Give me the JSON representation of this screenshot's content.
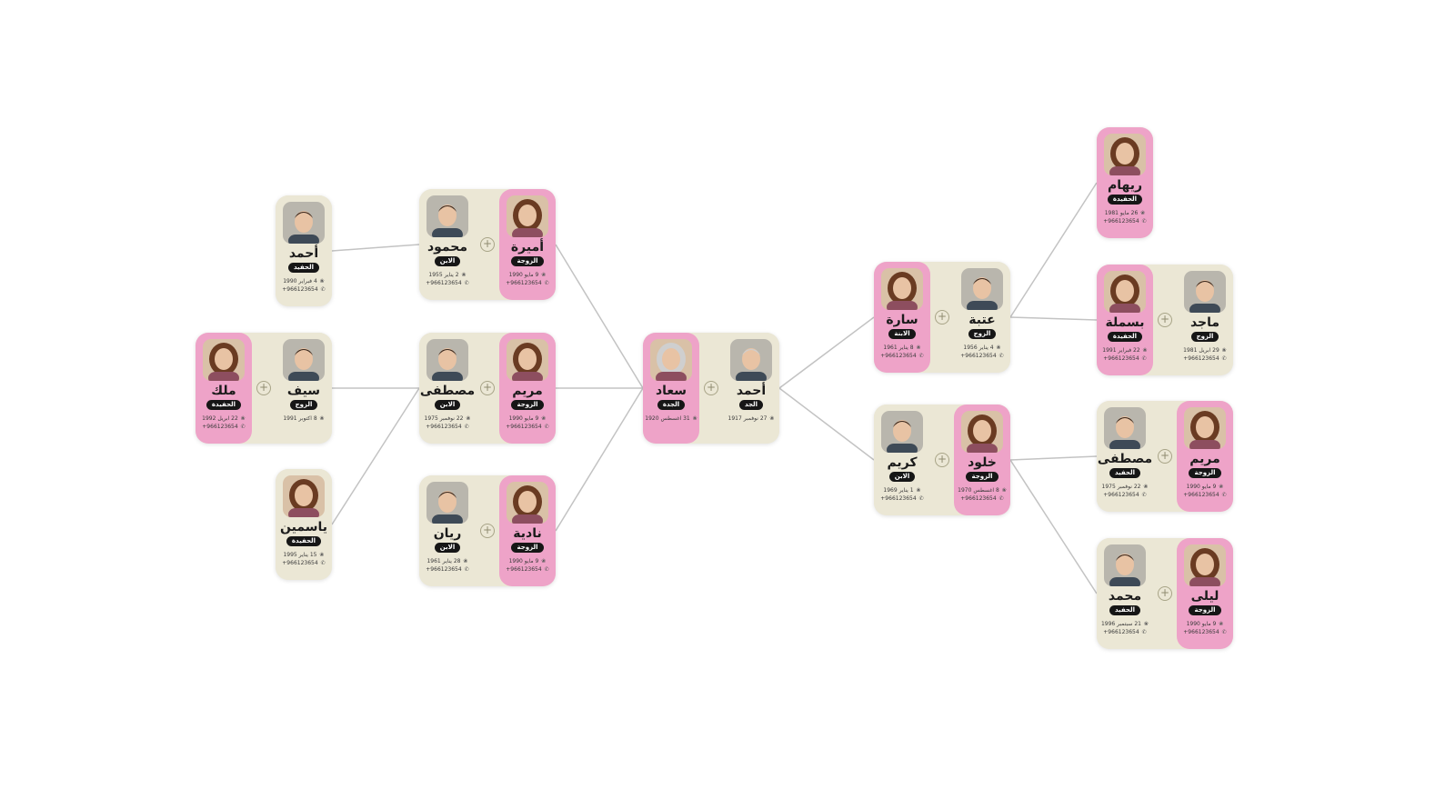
{
  "units": [
    {
      "id": "u-root",
      "members": [
        {
          "name": "أحمد",
          "role": "الجد",
          "gender": "male",
          "icon": "grandfather-photo",
          "birth": "27 نوفمبر 1917"
        },
        {
          "name": "سعاد",
          "role": "الجدة",
          "gender": "female",
          "icon": "grandmother-photo",
          "birth": "31 اغسطس 1920"
        }
      ]
    },
    {
      "id": "u-mahmoud",
      "members": [
        {
          "name": "محمود",
          "role": "الابن",
          "gender": "male",
          "icon": "son-photo",
          "birth": "2 يناير 1955",
          "phone": "+966123654"
        },
        {
          "name": "أميرة",
          "role": "الزوجة",
          "gender": "female",
          "icon": "wife-photo",
          "birth": "9 مايو 1990",
          "phone": "+966123654"
        }
      ]
    },
    {
      "id": "u-mostafa",
      "members": [
        {
          "name": "مصطفى",
          "role": "الابن",
          "gender": "male",
          "icon": "son-photo",
          "birth": "22 نوفمبر 1975",
          "phone": "+966123654"
        },
        {
          "name": "مريم",
          "role": "الزوجة",
          "gender": "female",
          "icon": "wife-photo",
          "birth": "9 مايو 1990",
          "phone": "+966123654"
        }
      ]
    },
    {
      "id": "u-rayan",
      "members": [
        {
          "name": "ريان",
          "role": "الابن",
          "gender": "male",
          "icon": "son-photo",
          "birth": "28 يناير 1961",
          "phone": "+966123654"
        },
        {
          "name": "نادية",
          "role": "الزوجة",
          "gender": "female",
          "icon": "wife-photo",
          "birth": "9 مايو 1990",
          "phone": "+966123654"
        }
      ]
    },
    {
      "id": "u-ahmad-gs",
      "members": [
        {
          "name": "أحمد",
          "role": "الحفيد",
          "gender": "male",
          "icon": "grandson-photo",
          "birth": "4 فبراير 1990",
          "phone": "+966123654"
        }
      ]
    },
    {
      "id": "u-malak",
      "members": [
        {
          "name": "سيف",
          "role": "الزوج",
          "gender": "male",
          "icon": "husband-photo",
          "birth": "8 اكتوبر 1991"
        },
        {
          "name": "ملك",
          "role": "الحفيدة",
          "gender": "female",
          "icon": "granddaughter-photo",
          "birth": "22 ابريل 1992",
          "phone": "+966123654"
        }
      ]
    },
    {
      "id": "u-yasmin",
      "members": [
        {
          "name": "ياسمين",
          "role": "الحفيدة",
          "gender": "female-single",
          "icon": "granddaughter-photo",
          "birth": "15 يناير 1995",
          "phone": "+966123654"
        }
      ]
    },
    {
      "id": "u-sara",
      "members": [
        {
          "name": "عتبة",
          "role": "الزوج",
          "gender": "male",
          "icon": "husband-photo",
          "birth": "4 يناير 1956",
          "phone": "+966123654"
        },
        {
          "name": "سارة",
          "role": "الابنة",
          "gender": "female",
          "icon": "daughter-photo",
          "birth": "8 يناير 1961",
          "phone": "+966123654"
        }
      ]
    },
    {
      "id": "u-karim",
      "members": [
        {
          "name": "كريم",
          "role": "الابن",
          "gender": "male",
          "icon": "son-photo",
          "birth": "1 يناير 1969",
          "phone": "+966123654"
        },
        {
          "name": "خلود",
          "role": "الزوجة",
          "gender": "female",
          "icon": "wife-photo",
          "birth": "8 اغسطس 1970",
          "phone": "+966123654"
        }
      ]
    },
    {
      "id": "u-reham",
      "members": [
        {
          "name": "ريهام",
          "role": "الحفيدة",
          "gender": "female",
          "icon": "granddaughter-photo",
          "birth": "26 مايو 1981",
          "phone": "+966123654"
        }
      ]
    },
    {
      "id": "u-basmala",
      "members": [
        {
          "name": "ماجد",
          "role": "الزوج",
          "gender": "male",
          "icon": "husband-photo",
          "birth": "29 ابريل 1981",
          "phone": "+966123654"
        },
        {
          "name": "بسملة",
          "role": "الحفيدة",
          "gender": "female",
          "icon": "granddaughter-photo",
          "birth": "22 فبراير 1991",
          "phone": "+966123654"
        }
      ]
    },
    {
      "id": "u-mostafa-gs",
      "members": [
        {
          "name": "مصطفى",
          "role": "الحفيد",
          "gender": "male",
          "icon": "grandson-photo",
          "birth": "22 نوفمبر 1975",
          "phone": "+966123654"
        },
        {
          "name": "مريم",
          "role": "الزوجة",
          "gender": "female",
          "icon": "wife-photo",
          "birth": "9 مايو 1990",
          "phone": "+966123654"
        }
      ]
    },
    {
      "id": "u-mohamed-gs",
      "members": [
        {
          "name": "محمد",
          "role": "الحفيد",
          "gender": "male",
          "icon": "grandson-photo",
          "birth": "21 سبتمبر 1996",
          "phone": "+966123654"
        },
        {
          "name": "ليلى",
          "role": "الزوجة",
          "gender": "female",
          "icon": "wife-photo",
          "birth": "9 مايو 1990",
          "phone": "+966123654"
        }
      ]
    }
  ],
  "links": [
    [
      "u-root",
      "u-mahmoud"
    ],
    [
      "u-root",
      "u-mostafa"
    ],
    [
      "u-root",
      "u-rayan"
    ],
    [
      "u-root",
      "u-sara"
    ],
    [
      "u-root",
      "u-karim"
    ],
    [
      "u-mahmoud",
      "u-ahmad-gs"
    ],
    [
      "u-mostafa",
      "u-malak"
    ],
    [
      "u-mostafa",
      "u-yasmin"
    ],
    [
      "u-sara",
      "u-reham"
    ],
    [
      "u-sara",
      "u-basmala"
    ],
    [
      "u-karim",
      "u-mostafa-gs"
    ],
    [
      "u-karim",
      "u-mohamed-gs"
    ]
  ],
  "icons": {
    "birth": "cake-icon",
    "phone": "phone-icon",
    "add": "plus-circle-icon"
  },
  "colors": {
    "female_card": "#eea3c8",
    "male_card": "#ebe7d5",
    "link": "#c3c3c3",
    "badge": "#161616"
  }
}
